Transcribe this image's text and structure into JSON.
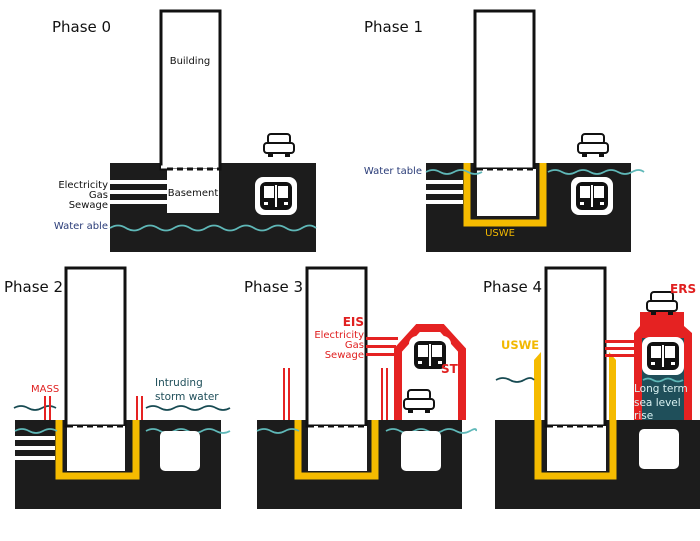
{
  "phases": {
    "p0": {
      "title": "Phase 0",
      "building": "Building",
      "basement": "Basement",
      "electricity": "Electricity",
      "gas": "Gas",
      "sewage": "Sewage",
      "water": "Water able"
    },
    "p1": {
      "title": "Phase 1",
      "water_table": "Water table",
      "uswe": "USWE"
    },
    "p2": {
      "title": "Phase 2",
      "mass": "MASS",
      "intruding_1": "Intruding",
      "intruding_2": "storm water"
    },
    "p3": {
      "title": "Phase 3",
      "eis": "EIS",
      "electricity": "Electricity",
      "gas": "Gas",
      "sewage": "Sewage",
      "st": "ST"
    },
    "p4": {
      "title": "Phase 4",
      "ers": "ERS",
      "uswe": "USWE",
      "sea_1": "Long term",
      "sea_2": "sea level",
      "sea_3": "rise"
    }
  },
  "colors": {
    "ground": "#1c1c1c",
    "outline": "#1a1a1a",
    "yellow_wall": "#f5bb00",
    "red_structure": "#e52222",
    "water_line": "#5fb8b8",
    "blue_label": "#2a3c78"
  }
}
